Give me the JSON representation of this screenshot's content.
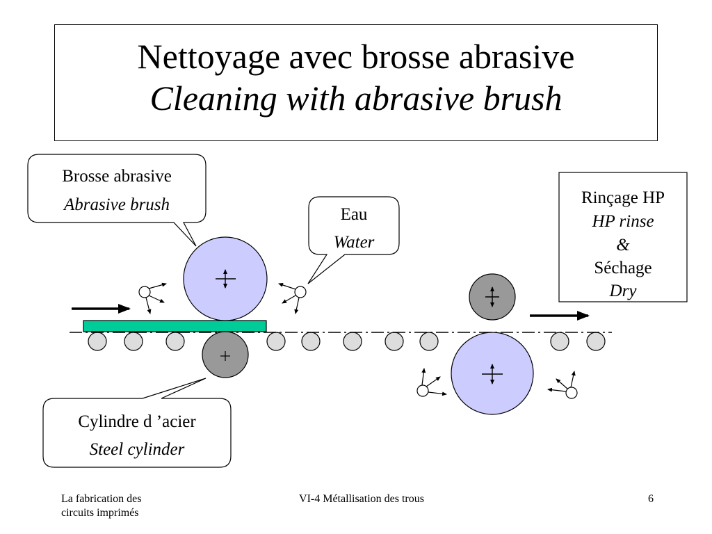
{
  "title": {
    "main": "Nettoyage avec brosse abrasive",
    "sub": "Cleaning with abrasive brush"
  },
  "callouts": {
    "brush": {
      "line1": "Brosse abrasive",
      "line2": "Abrasive brush"
    },
    "water": {
      "line1": "Eau",
      "line2": "Water"
    },
    "steel": {
      "line1": "Cylindre d ’acier",
      "line2": "Steel cylinder"
    }
  },
  "rinse_box": {
    "line1": "Rinçage HP",
    "line2": "HP rinse",
    "line3": "&",
    "line4": "Séchage",
    "line5": "Dry"
  },
  "colors": {
    "brush_fill": "#ccccff",
    "cylinder_fill": "#999999",
    "roller_fill": "#dddddd",
    "board_fill": "#00cc99"
  },
  "icons": {
    "axis_marker": "plus-cross",
    "motion_arrow": "double-arrow-vertical",
    "nozzle": "spray-nozzle"
  },
  "footer": {
    "left_line1": "La fabrication des",
    "left_line2": "circuits imprimés",
    "center": "VI-4  Métallisation des trous",
    "page_number": "6"
  }
}
